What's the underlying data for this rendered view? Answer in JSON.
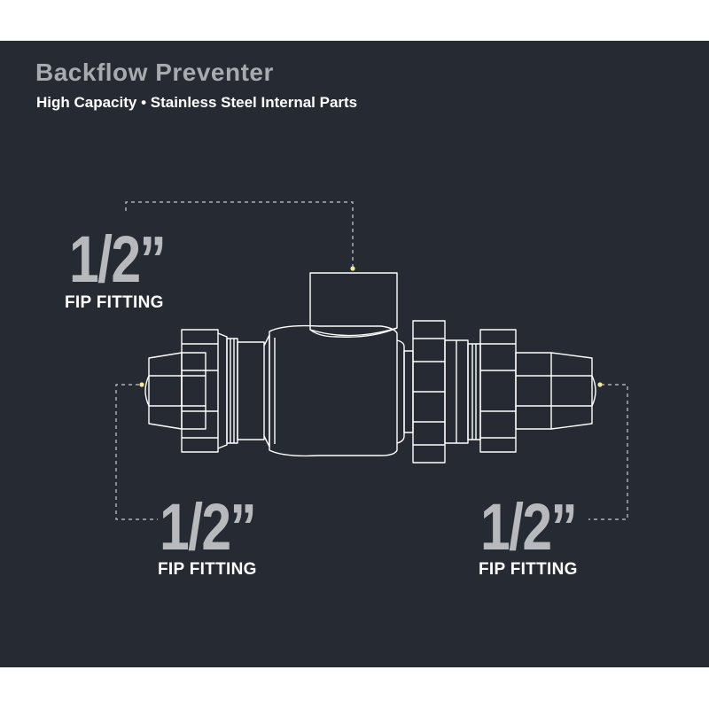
{
  "header": {
    "title": "Backflow Preventer",
    "subtitle": "High Capacity • Stainless Steel Internal Parts"
  },
  "callouts": [
    {
      "size": "1/2”",
      "label": "FIP FITTING"
    },
    {
      "size": "1/2”",
      "label": "FIP FITTING"
    },
    {
      "size": "1/2”",
      "label": "FIP FITTING"
    }
  ],
  "colors": {
    "background": "#252a33",
    "line": "#ffffff",
    "dot": "#f3e79a",
    "title": "#a7aaae"
  }
}
